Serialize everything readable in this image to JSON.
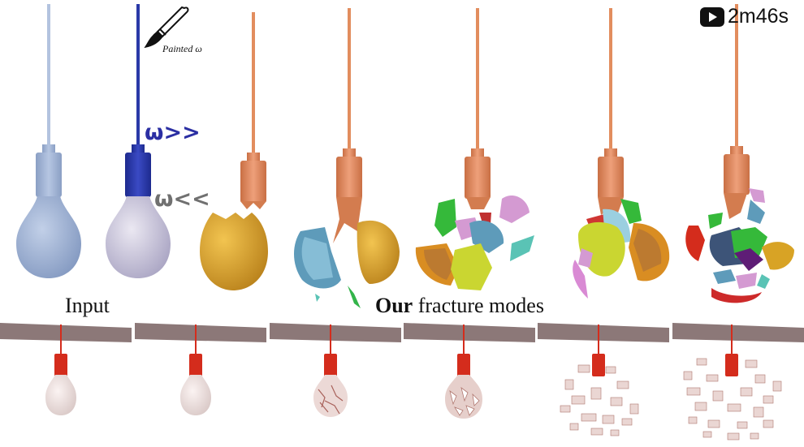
{
  "labels": {
    "input": "Input",
    "modes_bold": "Our",
    "modes_rest": " fracture modes",
    "omega_high": "ω>>",
    "omega_low": "ω<<",
    "painted": "Painted ω"
  },
  "video": {
    "duration": "2m46s",
    "icon": "play-icon"
  },
  "colors": {
    "input_bulb": "#9aafd0",
    "painted_socket": "#2a39a8",
    "painted_glass": "#c9c6d8",
    "copper": "#e28d5e",
    "gold": "#d8a325",
    "sim_red": "#d42c1c",
    "ceiling": "#8c7878"
  },
  "top_row": [
    {
      "id": "input",
      "kind": "intact"
    },
    {
      "id": "painted",
      "kind": "painted"
    },
    {
      "id": "mode1",
      "kind": "fracture",
      "pieces": 2
    },
    {
      "id": "mode2",
      "kind": "fracture",
      "pieces": 6
    },
    {
      "id": "mode3",
      "kind": "fracture",
      "pieces": 9
    },
    {
      "id": "mode4",
      "kind": "fracture",
      "pieces": 9
    },
    {
      "id": "mode5",
      "kind": "fracture",
      "pieces": 14
    }
  ],
  "bottom_row": [
    {
      "id": "sim1",
      "state": "intact"
    },
    {
      "id": "sim2",
      "state": "intact"
    },
    {
      "id": "sim3",
      "state": "cracked"
    },
    {
      "id": "sim4",
      "state": "cracked"
    },
    {
      "id": "sim5",
      "state": "shattered"
    },
    {
      "id": "sim6",
      "state": "shattered"
    }
  ]
}
